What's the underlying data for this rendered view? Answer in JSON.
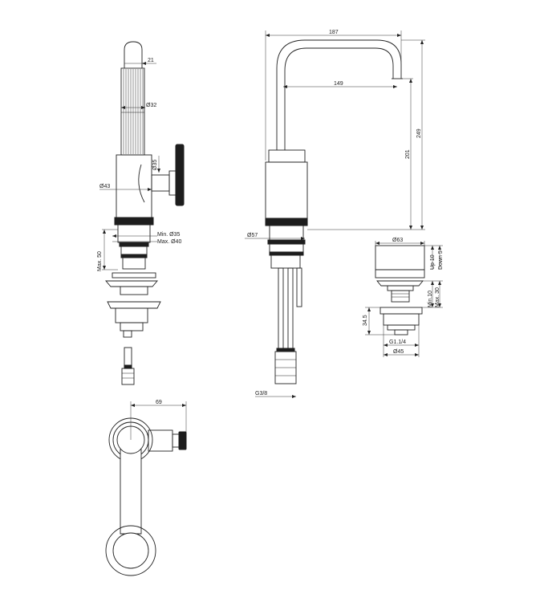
{
  "side_view": {
    "width_top": "21",
    "dia_body": "Ø32",
    "dia_handle": "Ø35",
    "dia_base": "Ø43",
    "hole_min": "Min. Ø35",
    "hole_max": "Max. Ø40",
    "deck_max": "Max. 50"
  },
  "front_view": {
    "total_reach": "187",
    "spout_reach": "149",
    "total_height": "249",
    "spout_height": "201",
    "dia_base": "Ø57",
    "inlet_thread": "G3/8"
  },
  "waste_view": {
    "dia_top": "Ø63",
    "up": "Up 10",
    "down": "Down 5",
    "min": "Min.10",
    "max": "Max. 30",
    "height": "34.5",
    "thread": "G1.1/4",
    "dia_bottom": "Ø45"
  },
  "top_view": {
    "handle_offset": "69"
  }
}
